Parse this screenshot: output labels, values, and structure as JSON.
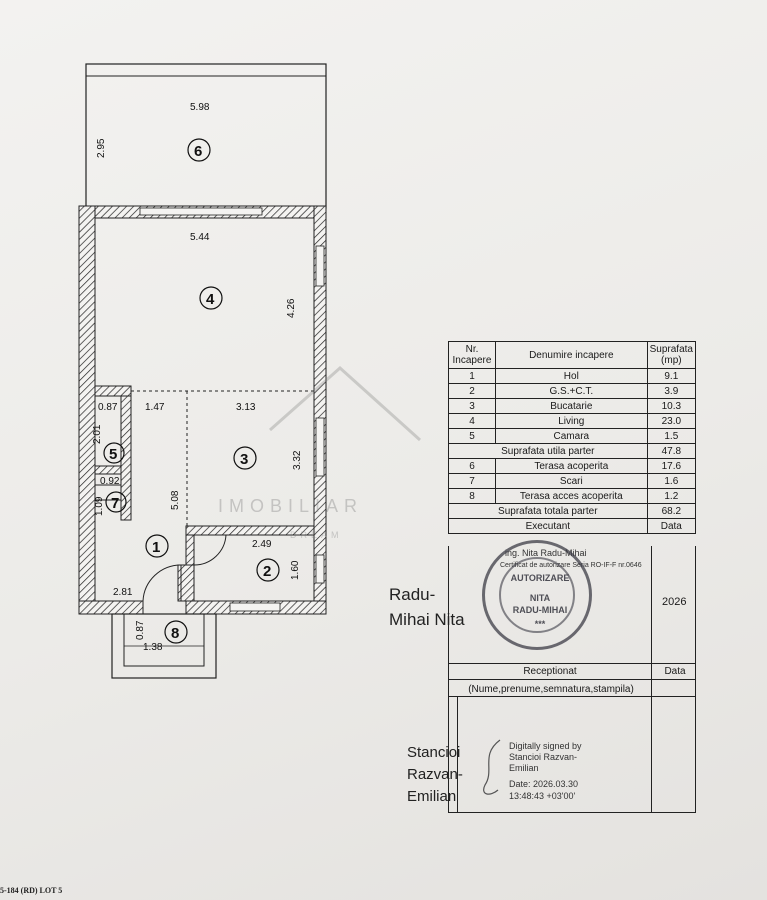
{
  "plan": {
    "dims": {
      "terrace_width": "5.98",
      "terrace_depth": "2.95",
      "living_width": "5.44",
      "living_depth": "4.26",
      "camara_width": "0.87",
      "hol_width": "1.47",
      "kitchen_width": "3.13",
      "kitchen_depth": "3.32",
      "camara_depth": "2.01",
      "stairs_depth": "0.92",
      "stairs_small": "1.09",
      "hol_depth": "5.08",
      "bath_width": "2.49",
      "bath_depth": "1.60",
      "hol_bottom_width": "2.81",
      "entry_depth": "0.87",
      "entry_width": "1.38"
    },
    "room_labels": [
      "1",
      "2",
      "3",
      "4",
      "5",
      "6",
      "7",
      "8"
    ]
  },
  "table": {
    "header": {
      "nr": "Nr. Incapere",
      "name": "Denumire incapere",
      "area": "Suprafata (mp)"
    },
    "rows": [
      {
        "nr": "1",
        "name": "Hol",
        "area": "9.1"
      },
      {
        "nr": "2",
        "name": "G.S.+C.T.",
        "area": "3.9"
      },
      {
        "nr": "3",
        "name": "Bucatarie",
        "area": "10.3"
      },
      {
        "nr": "4",
        "name": "Living",
        "area": "23.0"
      },
      {
        "nr": "5",
        "name": "Camara",
        "area": "1.5"
      }
    ],
    "subtotal": {
      "name": "Suprafata utila parter",
      "area": "47.8"
    },
    "rows2": [
      {
        "nr": "6",
        "name": "Terasa acoperita",
        "area": "17.6"
      },
      {
        "nr": "7",
        "name": "Scari",
        "area": "1.6"
      },
      {
        "nr": "8",
        "name": "Terasa acces acoperita",
        "area": "1.2"
      }
    ],
    "total": {
      "name": "Suprafata totala parter",
      "area": "68.2"
    },
    "executant": {
      "label": "Executant",
      "data": "Data"
    },
    "executant_year": "2026",
    "receptionat": {
      "label": "Receptionat",
      "data": "Data"
    },
    "receptionat_sub": "(Nume,prenume,semnatura,stampila)"
  },
  "signatures": {
    "executant_name_1": "Radu-",
    "executant_name_2": "Mihai Nita",
    "executant_cert": "ing. Nita Radu-Mihai",
    "executant_cert_no": "Certificat de autorizare Seria RO-IF-F nr.0646",
    "receptor_name_1": "Stancioi",
    "receptor_name_2": "Razvan-",
    "receptor_name_3": "Emilian",
    "digital_1": "Digitally signed by",
    "digital_2": "Stancioi Razvan-",
    "digital_3": "Emilian",
    "digital_4": "Date: 2026.03.30",
    "digital_5": "13:48:43 +03'00'"
  },
  "stamp": {
    "line1": "AUTORIZARE",
    "line2": "NITA",
    "line3": "RADU-MIHAI",
    "line4": "***"
  },
  "watermark": {
    "main": "IMOBILIAR",
    "sub": "DREAM"
  },
  "footer": "5-184 (RD) LOT 5"
}
